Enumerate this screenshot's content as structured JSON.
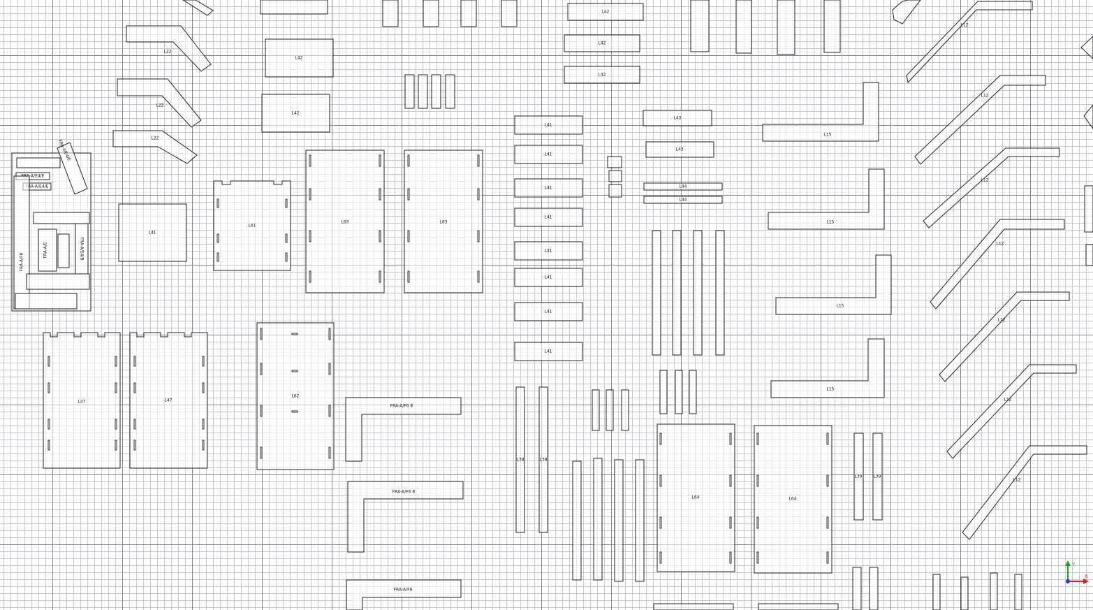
{
  "app": {
    "view": "Top",
    "units": "mm"
  },
  "colors": {
    "background": "#ffffff",
    "grid_minor": "#c3c7d8",
    "grid_major": "#7f86a2",
    "part_outline": "#202020",
    "axis_x": "#d81e1e",
    "axis_y": "#1ea02b",
    "axis_z": "#1e3cd8"
  },
  "navigation": {
    "icon": "axis-triad-icon",
    "axes": [
      "X",
      "Y",
      "Z"
    ]
  },
  "parts": {
    "l42": "L42",
    "l41": "L41",
    "l43": "L43",
    "l44": "L44",
    "l47": "L47",
    "l61": "L61",
    "l62": "L62",
    "l63": "L63",
    "l64": "L64",
    "l15": "L15",
    "l12": "L12",
    "l22": "L22",
    "l38": "L38",
    "l39": "L39",
    "fra_a_f6": "FRA-A/F6 8",
    "fra_a_f6_short": "FRA-A/F6",
    "fra_a_e": "FRA-A/E",
    "fra_a_e4": "FRA-A/E4/E",
    "fra_a_e1": "FRA-A/E4/B"
  }
}
